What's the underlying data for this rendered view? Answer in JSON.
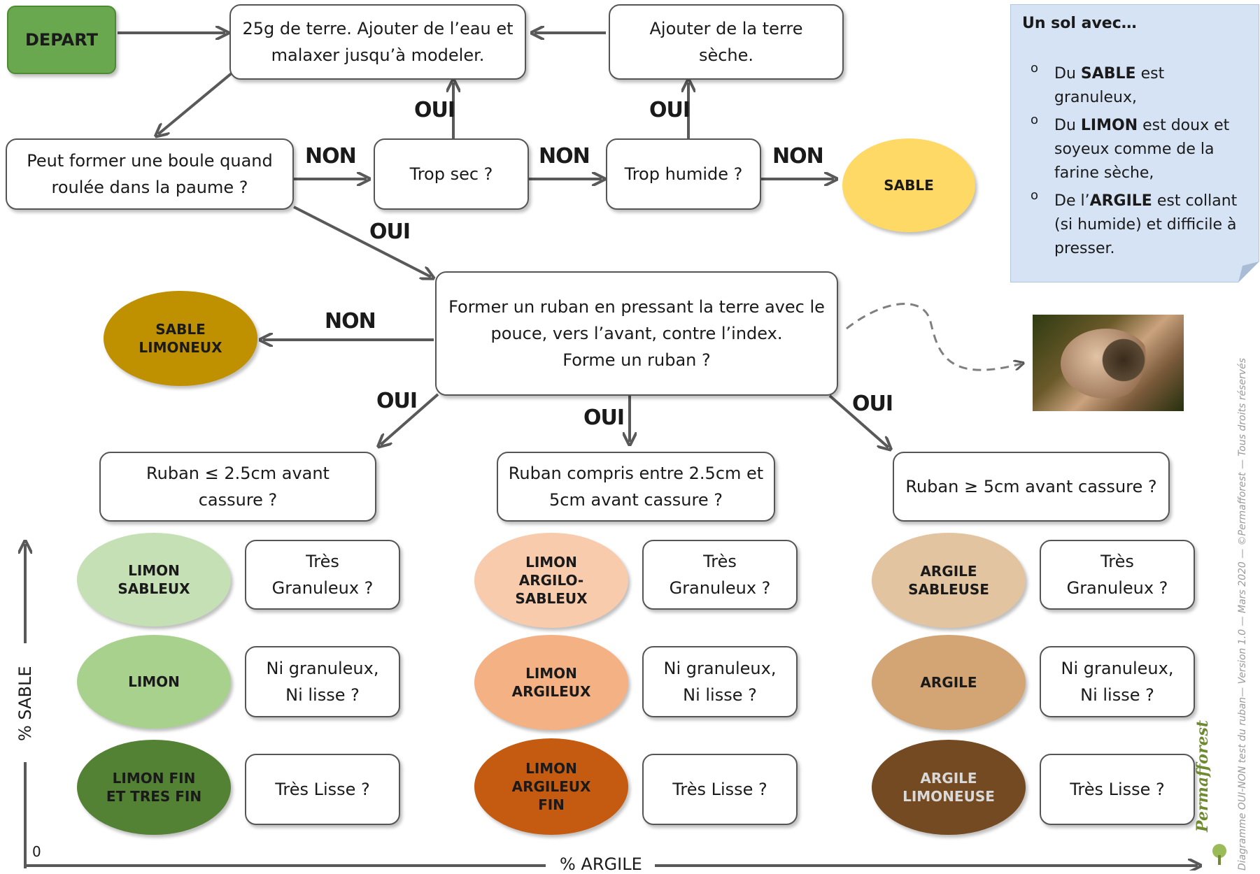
{
  "start_label": "DEPART",
  "steps": {
    "mix": "25g de terre. Ajouter de l’eau et\nmalaxer jusqu’à modeler.",
    "add_soil": "Ajouter de la terre\nsèche.",
    "ball": "Peut former une boule quand\nroulée dans la paume ?",
    "too_dry": "Trop sec ?",
    "too_wet": "Trop humide ?",
    "ribbon": "Former un ruban en pressant la terre avec le\npouce, vers l’avant, contre l’index.\nForme un ruban ?",
    "ribbon_short": "Ruban ≤ 2.5cm avant\ncassure ?",
    "ribbon_mid": "Ruban compris entre 2.5cm et\n5cm avant cassure ?",
    "ribbon_long": "Ruban ≥ 5cm avant cassure ?"
  },
  "edge_labels": {
    "yes": "OUI",
    "no": "NON"
  },
  "results": {
    "sable": "SABLE",
    "sable_limoneux": "SABLE\nLIMONEUX",
    "limon_sableux": "LIMON\nSABLEUX",
    "limon": "LIMON",
    "limon_fin": "LIMON FIN\nET TRES FIN",
    "limon_argilo_sableux": "LIMON\nARGILO-\nSABLEUX",
    "limon_argileux": "LIMON\nARGILEUX",
    "limon_argileux_fin": "LIMON\nARGILEUX\nFIN",
    "argile_sableuse": "ARGILE\nSABLEUSE",
    "argile": "ARGILE",
    "argile_limoneuse": "ARGILE\nLIMONEUSE"
  },
  "questions": {
    "tres_granuleux": "Très\nGranuleux ?",
    "ni_ni": "Ni granuleux,\nNi lisse ?",
    "tres_lisse": "Très Lisse ?"
  },
  "note": {
    "title": "Un sol avec…",
    "bullet": "o",
    "items": [
      {
        "pre": "Du ",
        "key": "SABLE",
        "post": " est granuleux,"
      },
      {
        "pre": "Du ",
        "key": "LIMON",
        "post": " est doux et soyeux comme de la farine sèche,"
      },
      {
        "pre": "De l’",
        "key": "ARGILE",
        "post": " est collant (si humide) et difficile à presser."
      }
    ]
  },
  "axes": {
    "y_label": "% SABLE",
    "x_label": "% ARGILE",
    "origin": "0"
  },
  "credits": "Diagramme OUI-NON test du ruban— Version 1.0 — Mars 2020 — ©Permafforest — Tous droits réservés",
  "logo_text": "Permafforest",
  "colors": {
    "start": "#6aa84f",
    "sable": "#ffd966",
    "sable_limoneux": "#bf9000",
    "limon_sableux": "#c5e0b4",
    "limon": "#a9d18e",
    "limon_fin": "#548235",
    "limon_argilo_sableux": "#f8cbad",
    "limon_argileux": "#f4b183",
    "limon_argileux_fin": "#c55a11",
    "argile_sableuse": "#e2c4a0",
    "argile": "#d3a574",
    "argile_limoneuse": "#734a22",
    "note_bg": "#d5e3f4"
  }
}
